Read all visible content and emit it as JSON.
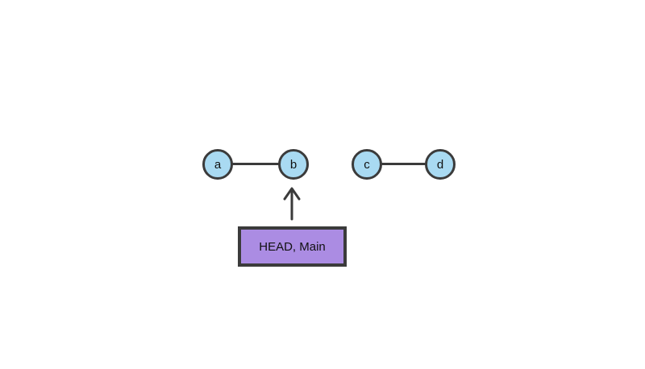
{
  "diagram": {
    "type": "git-commit-graph",
    "nodes": [
      {
        "id": "a",
        "label": "a"
      },
      {
        "id": "b",
        "label": "b"
      },
      {
        "id": "c",
        "label": "c"
      },
      {
        "id": "d",
        "label": "d"
      }
    ],
    "edges": [
      {
        "from": "a",
        "to": "b"
      },
      {
        "from": "c",
        "to": "d"
      }
    ],
    "pointer": {
      "text": "HEAD, Main",
      "points_to": "b"
    },
    "colors": {
      "background": "#ffffff",
      "node_fill": "#a9daf2",
      "node_border": "#3b3b3b",
      "box_fill": "#ab8ce3",
      "box_border": "#3b3b3b",
      "line": "#3b3b3b",
      "text": "#111111"
    }
  }
}
